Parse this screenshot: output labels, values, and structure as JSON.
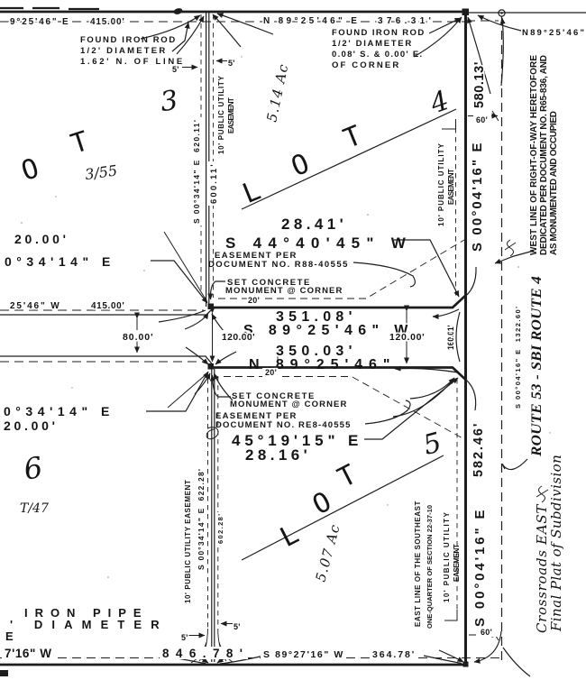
{
  "document": {
    "type": "scanned subdivision plat",
    "title_handwritten_line1": "Final Plat of Subdivision",
    "title_handwritten_line2": "Crossroads EAST",
    "ink_color": "#1d1d1d",
    "paper_color": "#ffffff"
  },
  "top_boundary": {
    "bearing_left": "9°25'46\" E",
    "dist_left": "415.00'",
    "bearing_right": "N 89°25'46\" E",
    "dist_right": "376.31'",
    "row_bearing": "N89°25'46\"",
    "found_rod_left_l1": "FOUND IRON ROD",
    "found_rod_left_l2": "1/2' DIAMETER",
    "found_rod_left_l3": "1.62' N. OF LINE",
    "found_rod_right_l1": "FOUND IRON ROD",
    "found_rod_right_l2": "1/2' DIAMETER",
    "found_rod_right_l3": "0.08' S. & 0.00' E.",
    "found_rod_right_l4": "OF CORNER"
  },
  "lot3": {
    "letter_o": "O",
    "letter_t": "T",
    "number": "3",
    "note": "3/55"
  },
  "lot4": {
    "letter_l": "L",
    "letter_o": "O",
    "letter_t": "T",
    "number": "4",
    "area": "5.14 Ac"
  },
  "lot5": {
    "letter_l": "L",
    "letter_o": "O",
    "letter_t": "T",
    "number": "5",
    "area": "5.07 Ac"
  },
  "lot6": {
    "number": "6",
    "note": "T/47"
  },
  "west_lot_line_top": {
    "bearing_dist_outer": "S 00°34'14\" E  620.11'",
    "dist_inner": "600.11'",
    "pue_l1": "10' PUBLIC UTILITY",
    "pue_l2": "EASEMENT",
    "offset_left": "5'",
    "offset_right": "5'"
  },
  "west_lot_line_bottom": {
    "bearing_dist_outer": "S 00°34'14\" E  622.28'",
    "dist_inner": "602.28'",
    "pue": "10' PUBLIC UTILITY EASEMENT",
    "offset_left": "5'",
    "offset_right": "5'"
  },
  "west_labels": {
    "upper_l1": "20.00'",
    "upper_l2": "0°34'14\" E",
    "lower_l1": "0°34'14\" E",
    "lower_l2": "20.00'"
  },
  "mid_boundary": {
    "bearing": "25'46\" W",
    "dist": "415.00'",
    "street_width": "80.00'"
  },
  "street": {
    "corner_dist": "28.41'",
    "corner_bearing": "S 44°40'45\" W",
    "easement_l1": "EASEMENT PER",
    "easement_l2": "DOCUMENT NO. R88-40555",
    "monument_l1": "SET CONCRETE",
    "monument_l2": "MONUMENT @ CORNER",
    "easement_20_top": "20'",
    "easement_20_bottom": "20'",
    "north_dist": "351.08'",
    "north_bearing": "S 89°25'46\" W",
    "south_dist": "350.03'",
    "south_bearing": "N 89°25'46\"",
    "width_left": "120.00'",
    "width_right": "120.00'",
    "east_width": "160.01'"
  },
  "lot5_corner": {
    "monument_l1": "SET CONCRETE",
    "monument_l2": "MONUMENT @ CORNER",
    "easement_l1": "EASEMENT PER",
    "easement_l2": "DOCUMENT NO. RE8-40555",
    "corner_bearing": "45°19'15\" E",
    "corner_dist": "28.16'"
  },
  "route": {
    "lot4_bearing": "S 00°04'16\" E",
    "lot4_dist": "580.13'",
    "lot5_bearing": "S 00°04'16\" E",
    "lot5_dist": "582.46'",
    "width_top": "60'",
    "width_bottom": "60'",
    "row_note_l1": "WEST LINE OF RIGHT-OF-WAY HERETOFORE",
    "row_note_l2": "DEDICATED PER DOCUMENT NO. R65-836, AND",
    "row_note_l3": "AS MONUMENTED AND OCCUPIED",
    "section_bearing": "S 00°04'16\" E  1322.60'",
    "name": "ROUTE 53 - SBI ROUTE 4",
    "pue_top_l1": "10' PUBLIC UTILITY",
    "pue_top_l2": "EASEMENT",
    "pue_bottom_l1": "10' PUBLIC UTILITY",
    "pue_bottom_l2": "EASEMENT"
  },
  "east_quarter_line": {
    "l1": "EAST LINE OF THE SOUTHEAST",
    "l2": "ONE-QUARTER OF SECTION 22-37-10"
  },
  "bottom_boundary": {
    "bearing_left": "7'16\" W",
    "dist_left": "846.78'",
    "bearing_right": "S 89°27'16\" W",
    "dist_right": "364.78'",
    "found_pipe_l1": "IRON PIPE",
    "found_pipe_l2": "' DIAMETER",
    "found_pipe_l3": "E"
  }
}
